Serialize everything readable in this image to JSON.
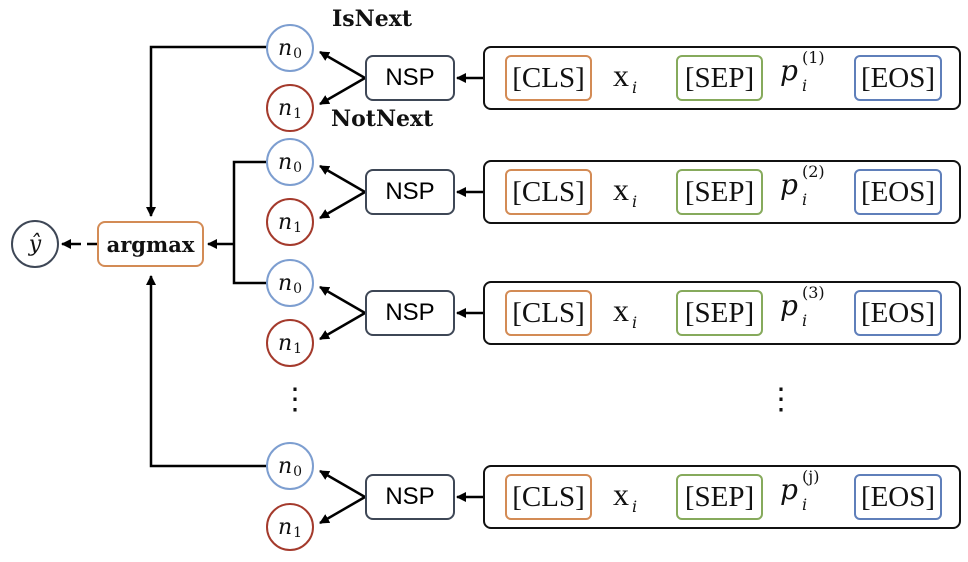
{
  "labels": {
    "isnext": "IsNext",
    "notnext": "NotNext",
    "argmax": "argmax",
    "output": "ŷ",
    "nsp": "NSP",
    "n0_base": "n",
    "n0_sub": "0",
    "n1_base": "n",
    "n1_sub": "1"
  },
  "tokens": {
    "cls": "[CLS]",
    "x_base": "x",
    "x_sub": "i",
    "sep": "[SEP]",
    "p_base": "p",
    "p_sub": "i",
    "eos": "[EOS]"
  },
  "rows": [
    {
      "p_sup": "(1)"
    },
    {
      "p_sup": "(2)"
    },
    {
      "p_sup": "(3)"
    },
    {
      "p_sup": "(j)"
    }
  ],
  "ellipsis": "⋮",
  "colors": {
    "blue_node": "#7d9ed0",
    "red_node": "#a43a2c",
    "dark_node": "#3e4756",
    "cls": "#d38b55",
    "sep": "#86aa5c",
    "eos": "#5f7fba",
    "argmax": "#d38b55"
  }
}
